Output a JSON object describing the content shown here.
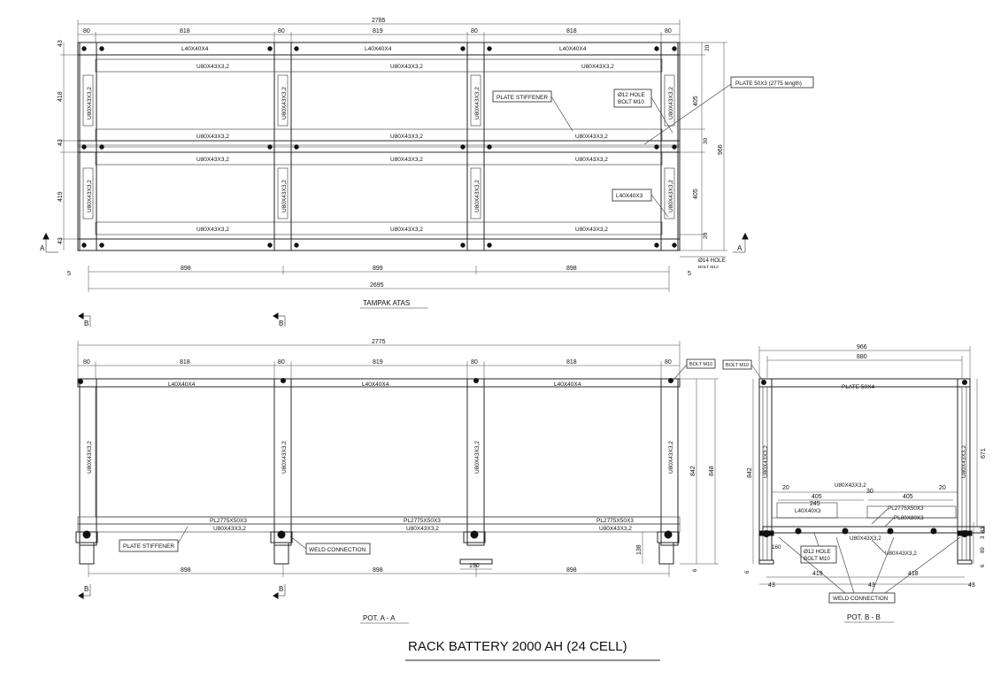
{
  "title": "RACK BATTERY 2000 AH (24 CELL)",
  "views": {
    "top": {
      "caption": "TAMPAK ATAS",
      "overall_top": "2785",
      "overall_bottom": "2695",
      "top_segments": [
        "80",
        "818",
        "80",
        "819",
        "80",
        "818",
        "80"
      ],
      "bottom_segments": [
        "898",
        "899",
        "898"
      ],
      "left_dims": [
        "43",
        "418",
        "43",
        "419",
        "43"
      ],
      "right_dims": [
        "20",
        "405",
        "30",
        "405",
        "20"
      ],
      "height_total": "966",
      "edge": "5",
      "section_mark": "A",
      "members": {
        "angle": "L40X40X4",
        "channel": "U80X43X3,2",
        "channel_vertical": "U80X43X3,2"
      },
      "callouts": {
        "plate_stiffener": "PLATE STIFFENER",
        "hole_bolt": "Ø12 HOLE\nBOLT M10",
        "plate": "PLATE 50X3 (2775 length)",
        "angle_small": "L40X40X3",
        "hole_bolt_m12": "Ø14 HOLE",
        "bolt_m12": "BOLT M12"
      }
    },
    "section_a": {
      "caption": "POT. A - A",
      "overall_top": "2775",
      "top_segments": [
        "80",
        "818",
        "80",
        "819",
        "80",
        "818",
        "80"
      ],
      "bottom_segments": [
        "898",
        "898",
        "898"
      ],
      "bottom_center": "190",
      "right_dims": [
        "842",
        "848",
        "138",
        "6"
      ],
      "section_mark": "B",
      "members": {
        "angle": "L40X40X4",
        "channel": "U80X43X3,2",
        "plate": "PL2775X50X3"
      },
      "callouts": {
        "bolt": "BOLT M10",
        "plate_stiffener": "PLATE STIFFENER",
        "weld": "WELD CONNECTION"
      }
    },
    "section_b": {
      "caption": "POT. B - B",
      "overall_top": "966",
      "inner_top": "880",
      "plate": "PLATE 50X4",
      "dims": {
        "left_height": "842",
        "right_height": "671",
        "gap_left": "20",
        "gap_right": "20",
        "span_left": "405",
        "span_right": "405",
        "inner": "245",
        "center": "30",
        "small": "160",
        "bottom_left": "43",
        "bottom_mid": "43",
        "bottom_right": "43",
        "span_b_left": "419",
        "span_b_right": "418",
        "r1": "43",
        "r2": "3",
        "r3": "89",
        "r4": "6",
        "left_six": "6"
      },
      "members": {
        "channel": "U80X43X3,2",
        "angle_small": "L40X40X3",
        "plate": "PL2775X50X3",
        "plate_small": "PL80X80X3"
      },
      "callouts": {
        "bolt": "BOLT M10",
        "hole_bolt": "Ø12 HOLE\nBOLT M10",
        "weld": "WELD CONNECTION"
      }
    }
  },
  "colors": {
    "line": "#222222",
    "background": "#ffffff"
  }
}
